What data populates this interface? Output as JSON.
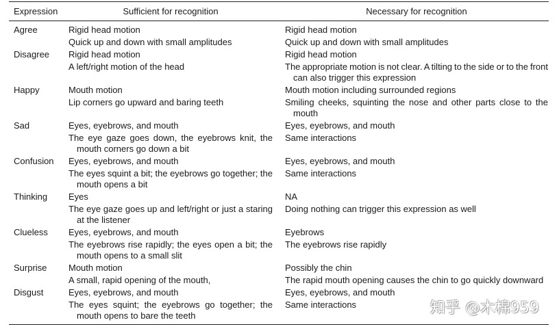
{
  "table": {
    "header": {
      "expression": "Expression",
      "sufficient": "Sufficient for recognition",
      "necessary": "Necessary for recognition"
    },
    "rows": [
      {
        "expression": "Agree",
        "sufficient": {
          "feature": "Rigid head motion",
          "description": [
            "Quick up and down with small amplitudes"
          ]
        },
        "necessary": {
          "feature": "Rigid head motion",
          "description": [
            "Quick up and down with small amplitudes"
          ]
        }
      },
      {
        "expression": "Disagree",
        "sufficient": {
          "feature": "Rigid head motion",
          "description": [
            "A left/right motion of the head"
          ]
        },
        "necessary": {
          "feature": "Rigid head motion",
          "description": [
            "The appropriate motion is not clear. A tilting to the side or to the front",
            "can also trigger this expression"
          ]
        }
      },
      {
        "expression": "Happy",
        "sufficient": {
          "feature": "Mouth motion",
          "description": [
            "Lip corners go upward and baring teeth"
          ]
        },
        "necessary": {
          "feature": "Mouth motion including surrounded regions",
          "description": [
            "Smiling cheeks, squinting the nose and other parts close to the",
            "mouth"
          ]
        }
      },
      {
        "expression": "Sad",
        "sufficient": {
          "feature": "Eyes, eyebrows, and mouth",
          "description": [
            "The eye gaze goes down, the eyebrows knit, the",
            "mouth corners go down a bit"
          ]
        },
        "necessary": {
          "feature": "Eyes, eyebrows, and mouth",
          "description": [
            "Same interactions"
          ]
        }
      },
      {
        "expression": "Confusion",
        "sufficient": {
          "feature": "Eyes, eyebrows, and mouth",
          "description": [
            "The eyes squint a bit; the eyebrows go together; the",
            "mouth opens a bit"
          ]
        },
        "necessary": {
          "feature": "Eyes, eyebrows, and mouth",
          "description": [
            "Same interactions"
          ]
        }
      },
      {
        "expression": "Thinking",
        "sufficient": {
          "feature": "Eyes",
          "description": [
            "The eye gaze goes up and left/right or just a staring",
            "at the listener"
          ]
        },
        "necessary": {
          "feature": "NA",
          "description": [
            "Doing nothing can trigger this expression as well"
          ]
        }
      },
      {
        "expression": "Clueless",
        "sufficient": {
          "feature": "Eyes, eyebrows, and mouth",
          "description": [
            "The eyebrows rise rapidly; the eyes open a bit; the",
            "mouth opens to a small slit"
          ]
        },
        "necessary": {
          "feature": "Eyebrows",
          "description": [
            "The eyebrows rise rapidly"
          ]
        }
      },
      {
        "expression": "Surprise",
        "sufficient": {
          "feature": "Mouth motion",
          "description": [
            "A small, rapid opening of the mouth,"
          ]
        },
        "necessary": {
          "feature": "Possibly the chin",
          "description": [
            "The rapid mouth opening causes the chin to go quickly downward"
          ]
        }
      },
      {
        "expression": "Disgust",
        "sufficient": {
          "feature": "Eyes, eyebrows, and mouth",
          "description": [
            "The eyes squint; the eyebrows go together; the",
            "mouth opens to bare the teeth"
          ]
        },
        "necessary": {
          "feature": "Eyes, eyebrows, and mouth",
          "description": [
            "Same interactions"
          ]
        }
      }
    ]
  },
  "watermark": "知乎 @木棉959"
}
